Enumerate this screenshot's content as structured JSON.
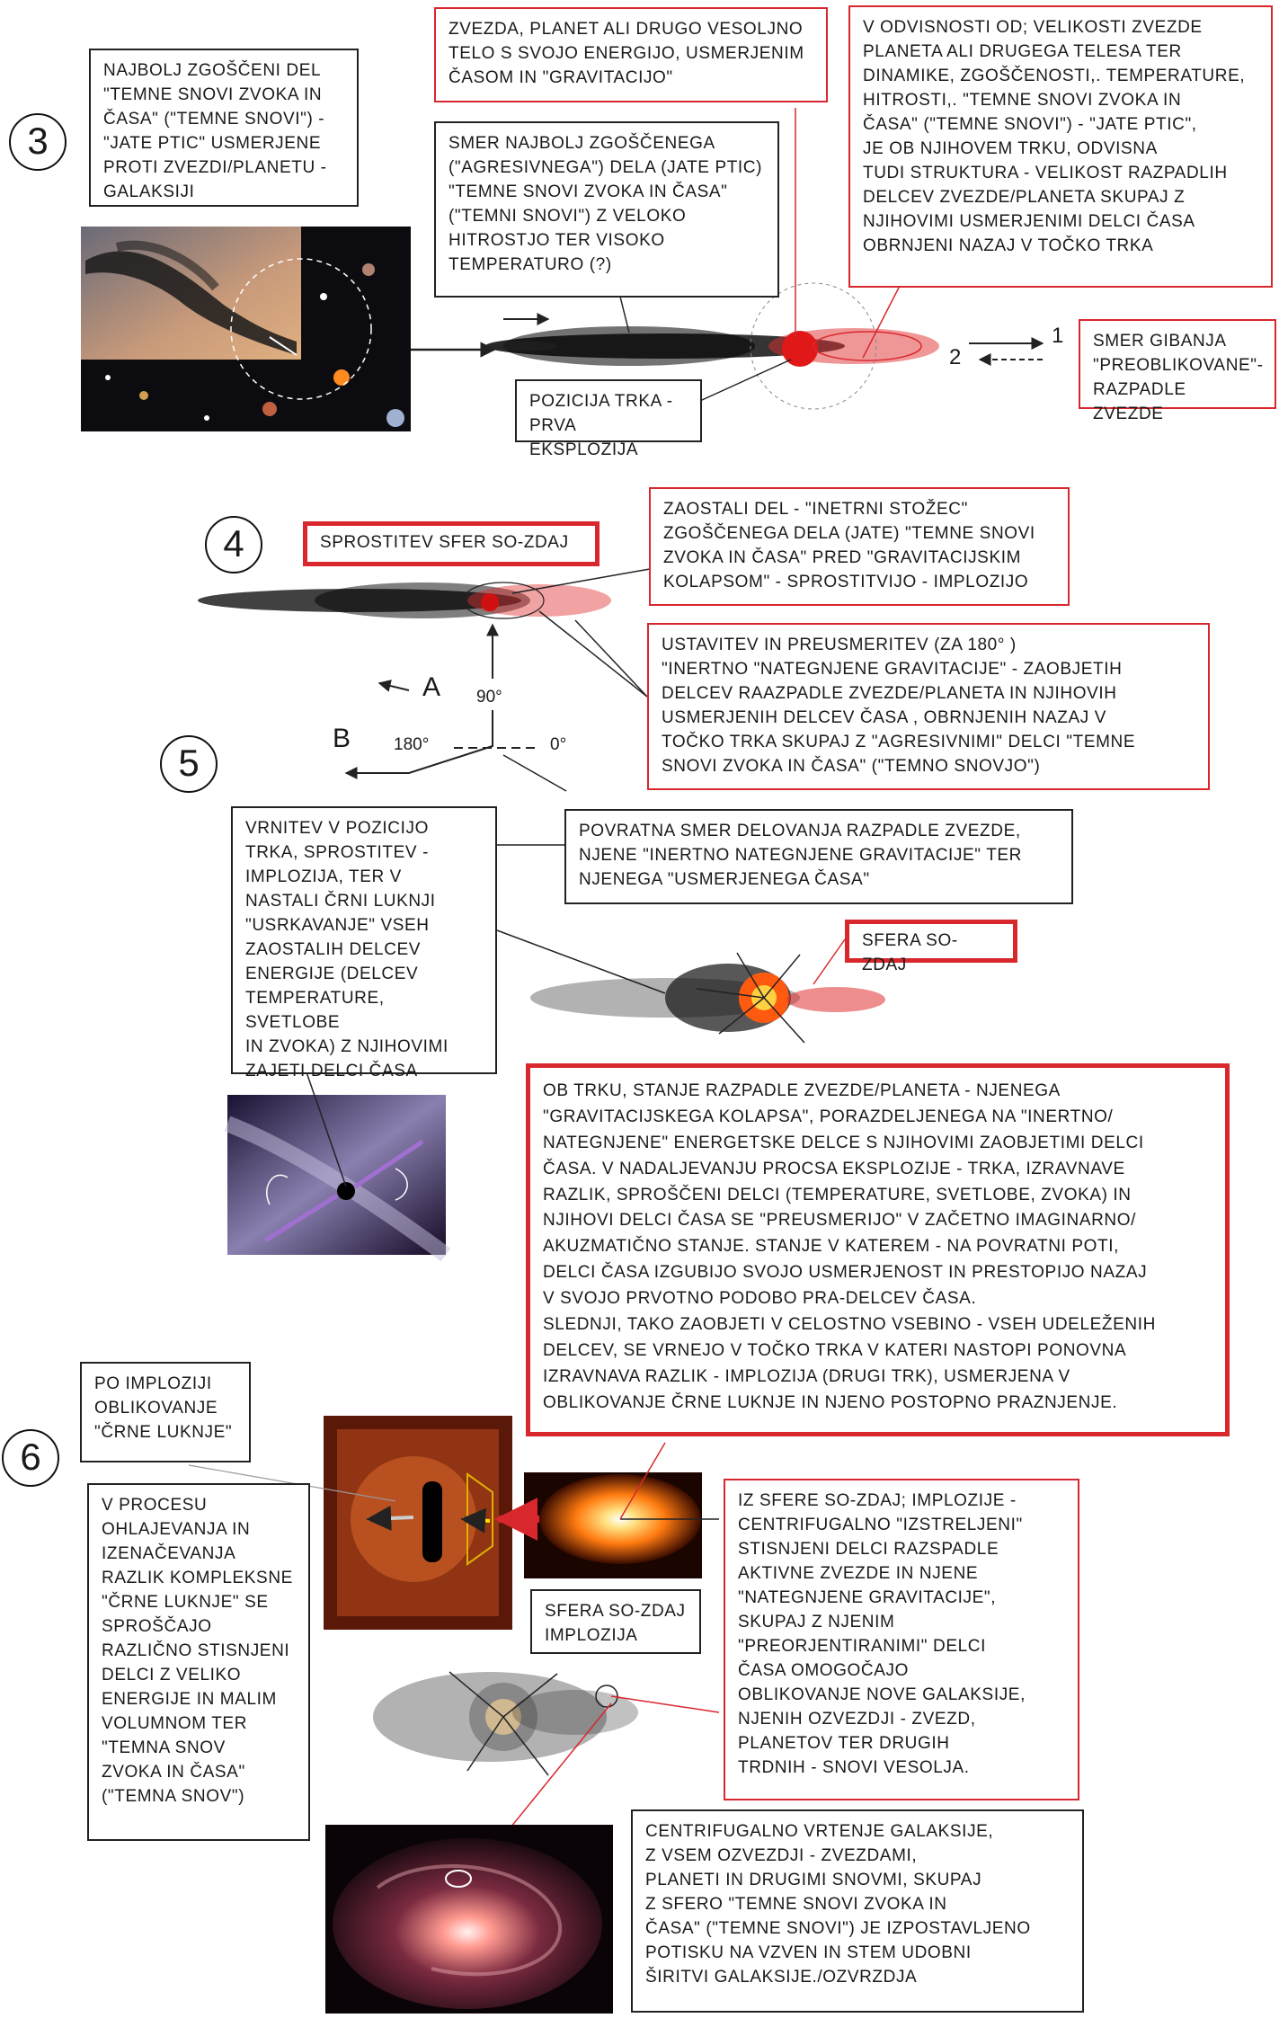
{
  "markers": {
    "m3": "3",
    "m4": "4",
    "m5": "5",
    "m6": "6"
  },
  "boxes": {
    "b3_left": "NAJBOLJ ZGOŠČENI DEL\n\"TEMNE SNOVI ZVOKA IN\nČASA\" (\"TEMNE SNOVI\") -\n\"JATE PTIC\" USMERJENE\nPROTI ZVEZDI/PLANETU -\nGALAKSIJI",
    "b3_star": "ZVEZDA, PLANET ALI DRUGO VESOLJNO\nTELO S SVOJO ENERGIJO, USMERJENIM\nČASOM IN \"GRAVITACIJO\"",
    "b3_dir": "SMER NAJBOLJ ZGOŠČENEGA\n(\"AGRESIVNEGA\") DELA (JATE PTIC)\n\"TEMNE SNOVI ZVOKA IN ČASA\"\n(\"TEMNI SNOVI\") Z VELOKO\nHITROSTJO TER VISOKO\nTEMPERATURO  (?)",
    "b3_right": "V ODVISNOSTI OD; VELIKOSTI   ZVEZDE\nPLANETA ALI DRUGEGA TELESA TER\nDINAMIKE, ZGOŠČENOSTI,. TEMPERATURE,\nHITROSTI,.  \"TEMNE SNOVI  ZVOKA  IN\nČASA\" (\"TEMNE  SNOVI\") - \"JATE  PTIC\",\nJE  OB  NJIHOVEM  TRKU,  ODVISNA\nTUDI   STRUKTURA - VELIKOST RAZPADLIH\nDELCEV  ZVEZDE/PLANETA  SKUPAJ  Z\nNJIHOVIMI   USMERJENIMI DELCI  ČASA\nOBRNJENI  NAZAJ  V  TOČKO  TRKA",
    "b3_pos": "POZICIJA TRKA -\nPRVA EKSPLOZIJA",
    "b3_move": "SMER GIBANJA\n\"PREOBLIKOVANE\"-\nRAZPADLE ZVEZDE",
    "b4_release": "SPROSTITEV SFER  SO-ZDAJ",
    "b4_rest": "ZAOSTALI DEL - \"INETRNI STOŽEC\"\nZGOŠČENEGA DELA (JATE) \"TEMNE SNOVI\nZVOKA IN ČASA\" PRED \"GRAVITACIJSKIM\nKOLAPSOM\" - SPROSTITVIJO -  IMPLOZIJO",
    "b4_stop": "USTAVITEV IN PREUSMERITEV (ZA 180° )\n\"INERTNO \"NATEGNJENE  GRAVITACIJE\" - ZAOBJETIH\nDELCEV  RAAZPADLE   ZVEZDE/PLANETA  IN NJIHOVIH\nUSMERJENIH  DELCEV  ČASA ,  OBRNJENIH  NAZAJ  V\nTOČKO  TRKA  SKUPAJ  Z  \"AGRESIVNIMI\"  DELCI   \"TEMNE\nSNOVI  ZVOKA  IN  ČASA\"  (\"TEMNO  SNOVJO\")",
    "b5_return": "VRNITEV V POZICIJO\nTRKA, SPROSTITEV -\nIMPLOZIJA,  TER V\nNASTALI  ČRNI LUKNJI\n\"USRKAVANJE\" VSEH\n ZAOSTALIH DELCEV\nENERGIJE  (DELCEV\nTEMPERATURE,  SVETLOBE\n IN ZVOKA)  Z  NJIHOVIMI\nZAJETI  DELCI  ČASA",
    "b5_back": "POVRATNA SMER  DELOVANJA RAZPADLE  ZVEZDE,\nNJENE   \"INERTNO NATEGNJENE  GRAVITACIJE\"  TER\nNJENEGA  \"USMERJENEGA ČASA\"",
    "b5_sphere": "SFERA SO-ZDAJ",
    "b5_big": "OB  TRKU,  STANJE RAZPADLE  ZVEZDE/PLANETA  -  NJENEGA\n\"GRAVITACIJSKEGA  KOLAPSA\",   PORAZDELJENEGA  NA   \"INERTNO/\n NATEGNJENE\"  ENERGETSKE  DELCE  S  NJIHOVIMI  ZAOBJETIMI  DELCI\nČASA.  V  NADALJEVANJU  PROCSA  EKSPLOZIJE  -  TRKA,  IZRAVNAVE\nRAZLIK,  SPROŠČENI  DELCI   (TEMPERATURE,  SVETLOBE,  ZVOKA)  IN\nNJIHOVI  DELCI  ČASA  SE  \"PREUSMERIJO\"  V   ZAČETNO  IMAGINARNO/\nAKUZMATIČNO  STANJE.   STANJE  V  KATEREM  -  NA  POVRATNI  POTI,\nDELCI  ČASA   IZGUBIJO  SVOJO  USMERJENOST   IN  PRESTOPIJO  NAZAJ\nV  SVOJO  PRVOTNO  PODOBO   PRA-DELCEV  ČASA.\nSLEDNJI,  TAKO  ZAOBJETI  V  CELOSTNO  VSEBINO  -  VSEH   UDELEŽENIH\nDELCEV,  SE   VRNEJO  V  TOČKO  TRKA  V  KATERI  NASTOPI   PONOVNA\nIZRAVNAVA  RAZLIK  -  IMPLOZIJA  (DRUGI  TRK),  USMERJENA   V\nOBLIKOVANJE  ČRNE  LUKNJE  IN  NJENO  POSTOPNO  PRAZNJENJE.",
    "b6_after": "PO   IMPLOZIJI\nOBLIKOVANJE\n\"ČRNE  LUKNJE\"",
    "b6_cool": "V PROCESU\nOHLAJEVANJA IN\nIZENAČEVANJA\nRAZLIK KOMPLEKSNE\n\"ČRNE  LUKNJE\"  SE\nSPROŠČAJO\nRAZLIČNO STISNJENI\nDELCI  Z  VELIKO\nENERGIJE  IN  MALIM\nVOLUMNOM  TER\n \"TEMNA  SNOV\n ZVOKA  IN  ČASA\"\n (\"TEMNA  SNOV\")",
    "b6_sphere_impl": "SFERA SO-ZDAJ\nIMPLOZIJA",
    "b6_from": "IZ SFERE SO-ZDAJ; IMPLOZIJE -\nCENTRIFUGALNO \"IZSTRELJENI\"\nSTISNJENI  DELCI  RAZSPADLE\nAKTIVNE ZVEZDE  IN NJENE\n\"NATEGNJENE GRAVITACIJE\",\nSKUPAJ Z NJENIM\n\"PREORJENTIRANIMI\"  DELCI\nČASA  OMOGOČAJO\nOBLIKOVANJE  NOVE   GALAKSIJE,\nNJENIH  OZVEZDJI   -  ZVEZD,\nPLANETOV  TER   DRUGIH\nTRDNIH   - SNOVI  VESOLJA.",
    "b6_centri": "CENTRIFUGALNO  VRTENJE  GALAKSIJE,\nZ  VSEM  OZVEZDJI  -  ZVEZDAMI,\nPLANETI  IN  DRUGIMI  SNOVMI,  SKUPAJ\nZ  SFERO  \"TEMNE  SNOVI  ZVOKA  IN\nČASA\"  (\"TEMNE  SNOVI\")  JE  IZPOSTAVLJENO\nPOTISKU  NA  VZVEN  IN  STEM  UDOBNI\nŠIRITVI  GALAKSIJE./OZVRZDJA"
  },
  "labels": {
    "n1": "1",
    "n2": "2",
    "a": "A",
    "b": "B",
    "deg90": "90°",
    "deg180": "180°",
    "deg0": "0°"
  }
}
